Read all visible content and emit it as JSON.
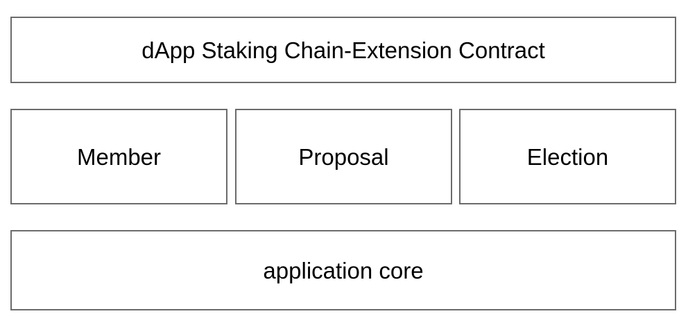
{
  "diagram": {
    "top_layer": {
      "label": "dApp Staking Chain-Extension Contract"
    },
    "modules": [
      {
        "label": "Member"
      },
      {
        "label": "Proposal"
      },
      {
        "label": "Election"
      }
    ],
    "bottom_layer": {
      "label": "application core"
    }
  },
  "colors": {
    "border": "#6b6b6b",
    "background": "#ffffff",
    "text": "#000000"
  }
}
